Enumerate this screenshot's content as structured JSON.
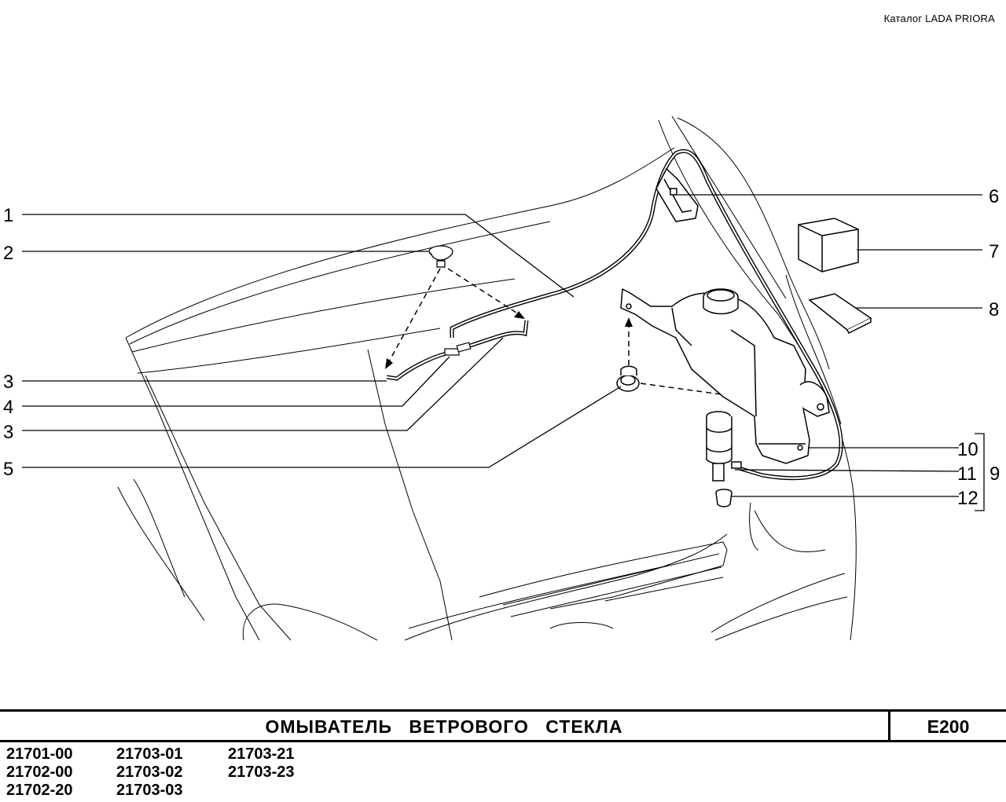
{
  "header": {
    "catalog_label": "Каталог  LADA  PRIORA"
  },
  "diagram": {
    "callouts": [
      "1",
      "2",
      "3",
      "4",
      "3",
      "5",
      "6",
      "7",
      "8",
      "10",
      "11",
      "9",
      "12"
    ]
  },
  "footer": {
    "title": "ОМЫВАТЕЛЬ  ВЕТРОВОГО  СТЕКЛА",
    "code": "E200",
    "models": [
      "21701-00",
      "21702-00",
      "21702-20",
      "21703-01",
      "21703-02",
      "21703-03",
      "21703-21",
      "21703-23"
    ]
  }
}
